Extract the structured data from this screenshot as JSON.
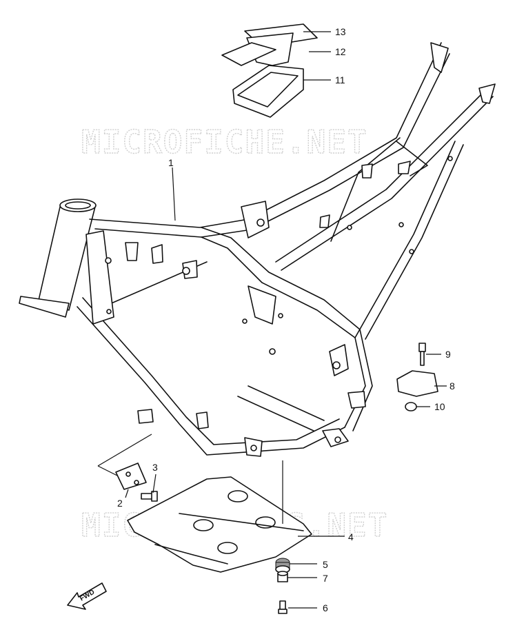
{
  "watermarks": [
    "MICROFICHE.NET",
    "MICROFICHES.NET"
  ],
  "fwd_label": "FWD",
  "callouts": [
    "1",
    "2",
    "3",
    "4",
    "5",
    "6",
    "7",
    "8",
    "9",
    "10",
    "11",
    "12",
    "13"
  ],
  "colors": {
    "line": "#111111",
    "watermark": "#cfcfcf",
    "background": "#ffffff"
  },
  "icons": [
    "fwd-arrow-icon"
  ]
}
